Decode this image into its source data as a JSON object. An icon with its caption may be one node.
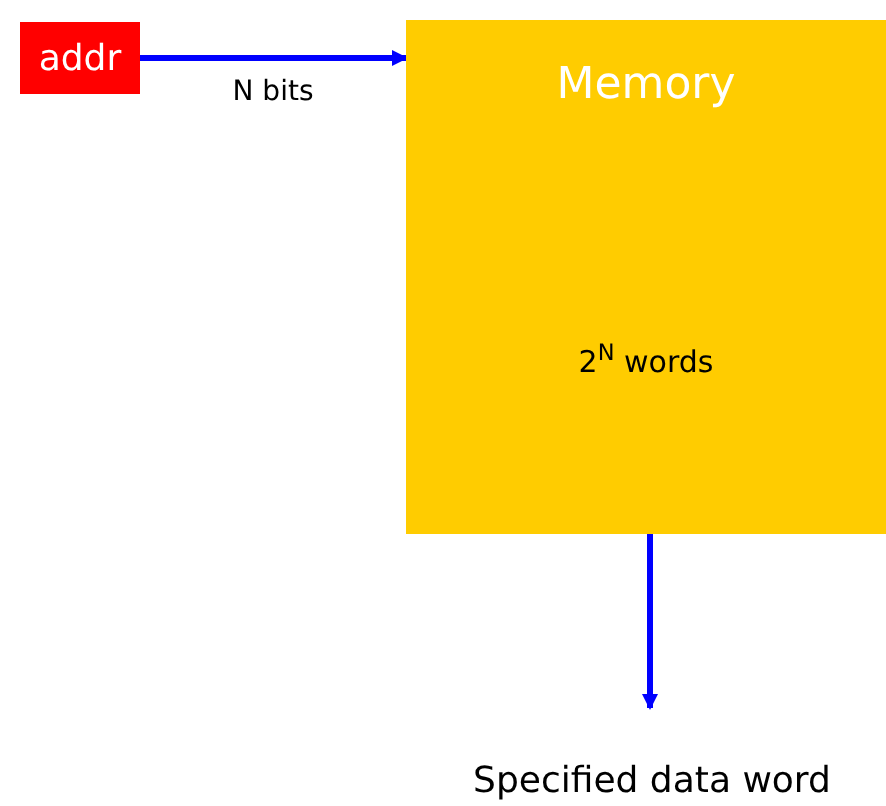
{
  "diagram": {
    "nodes": [
      {
        "text": [
          "addr"
        ]
      },
      {
        "text": [
          "Memory",
          "2$^{N}$ words"
        ]
      },
      {
        "text": [
          "Specified data word"
        ]
      }
    ],
    "edges": [
      {
        "from": 0,
        "to": 1,
        "arrow": "to",
        "label": "N bits"
      },
      {
        "from": 1,
        "to": 2,
        "arrow": "to"
      }
    ]
  }
}
